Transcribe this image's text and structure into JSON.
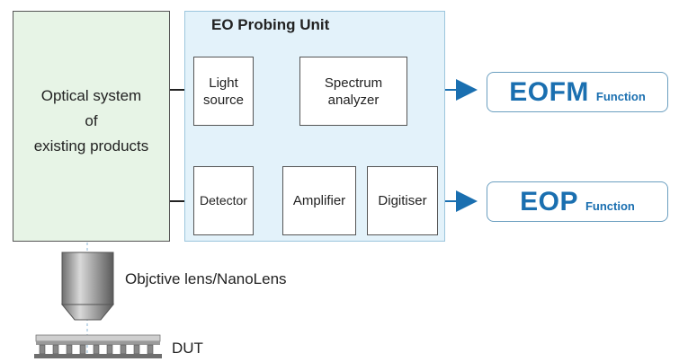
{
  "optical_system": {
    "line1": "Optical system",
    "line2": "of",
    "line3": "existing products"
  },
  "eo_unit": {
    "title": "EO Probing Unit"
  },
  "blocks": {
    "light_line1": "Light",
    "light_line2": "source",
    "spectrum_line1": "Spectrum",
    "spectrum_line2": "analyzer",
    "detector": "Detector",
    "amplifier": "Amplifier",
    "digitiser": "Digitiser"
  },
  "outputs": {
    "eofm_main": "EOFM",
    "eofm_sub": "Function",
    "eop_main": "EOP",
    "eop_sub": "Function"
  },
  "labels": {
    "objective": "Objctive lens/NanoLens",
    "dut": "DUT"
  },
  "colors": {
    "optical_fill": "#e7f4e6",
    "eo_fill": "#e3f2fa",
    "signal_line": "#1a6fb0",
    "output_text": "#1a6fb0"
  }
}
